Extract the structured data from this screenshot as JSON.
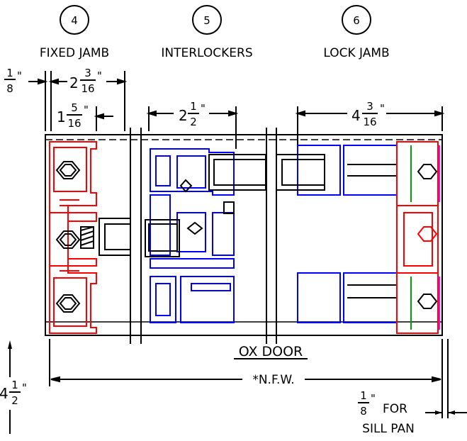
{
  "callouts": [
    {
      "number": "4",
      "label": "FIXED JAMB"
    },
    {
      "number": "5",
      "label": "INTERLOCKERS"
    },
    {
      "number": "6",
      "label": "LOCK JAMB"
    }
  ],
  "dimensions": {
    "jamb_offset": {
      "whole": "",
      "num": "1",
      "den": "8"
    },
    "jamb_width": {
      "whole": "2",
      "num": "3",
      "den": "16"
    },
    "jamb_depth": {
      "whole": "1",
      "num": "5",
      "den": "16"
    },
    "interlock_width": {
      "whole": "2",
      "num": "1",
      "den": "2"
    },
    "lock_jamb_width": {
      "whole": "4",
      "num": "3",
      "den": "16"
    },
    "height": {
      "whole": "4",
      "num": "1",
      "den": "2"
    },
    "sill_pan_gap": {
      "whole": "",
      "num": "1",
      "den": "8"
    },
    "inch_mark": "\""
  },
  "title": "OX DOOR",
  "nfw_label": "*N.F.W.",
  "sill_pan": {
    "line1": "FOR",
    "line2": "SILL PAN"
  },
  "colors": {
    "frame_red": "#ff0000",
    "panel_blue": "#0000ff",
    "outline": "#000000",
    "glazing_green": "#00a000",
    "gasket_magenta": "#ff00ff"
  }
}
